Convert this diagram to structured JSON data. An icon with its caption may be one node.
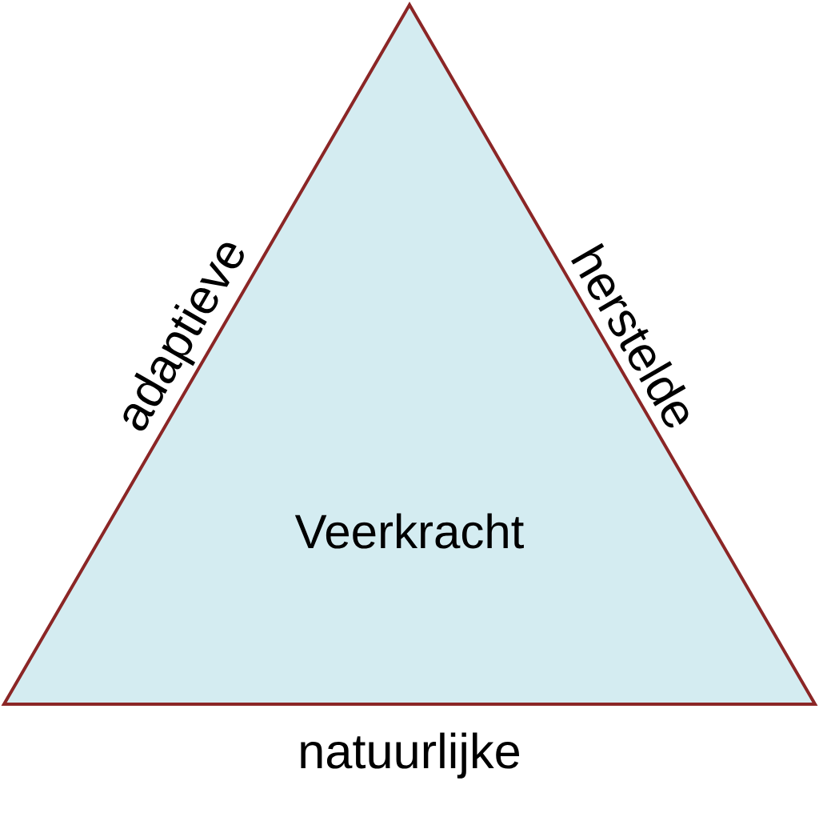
{
  "diagram": {
    "nodes": [
      {
        "text": [
          "Veerkracht"
        ],
        "beside": [
          "adaptieve",
          "herstelde",
          "natuurlijke"
        ]
      }
    ]
  }
}
